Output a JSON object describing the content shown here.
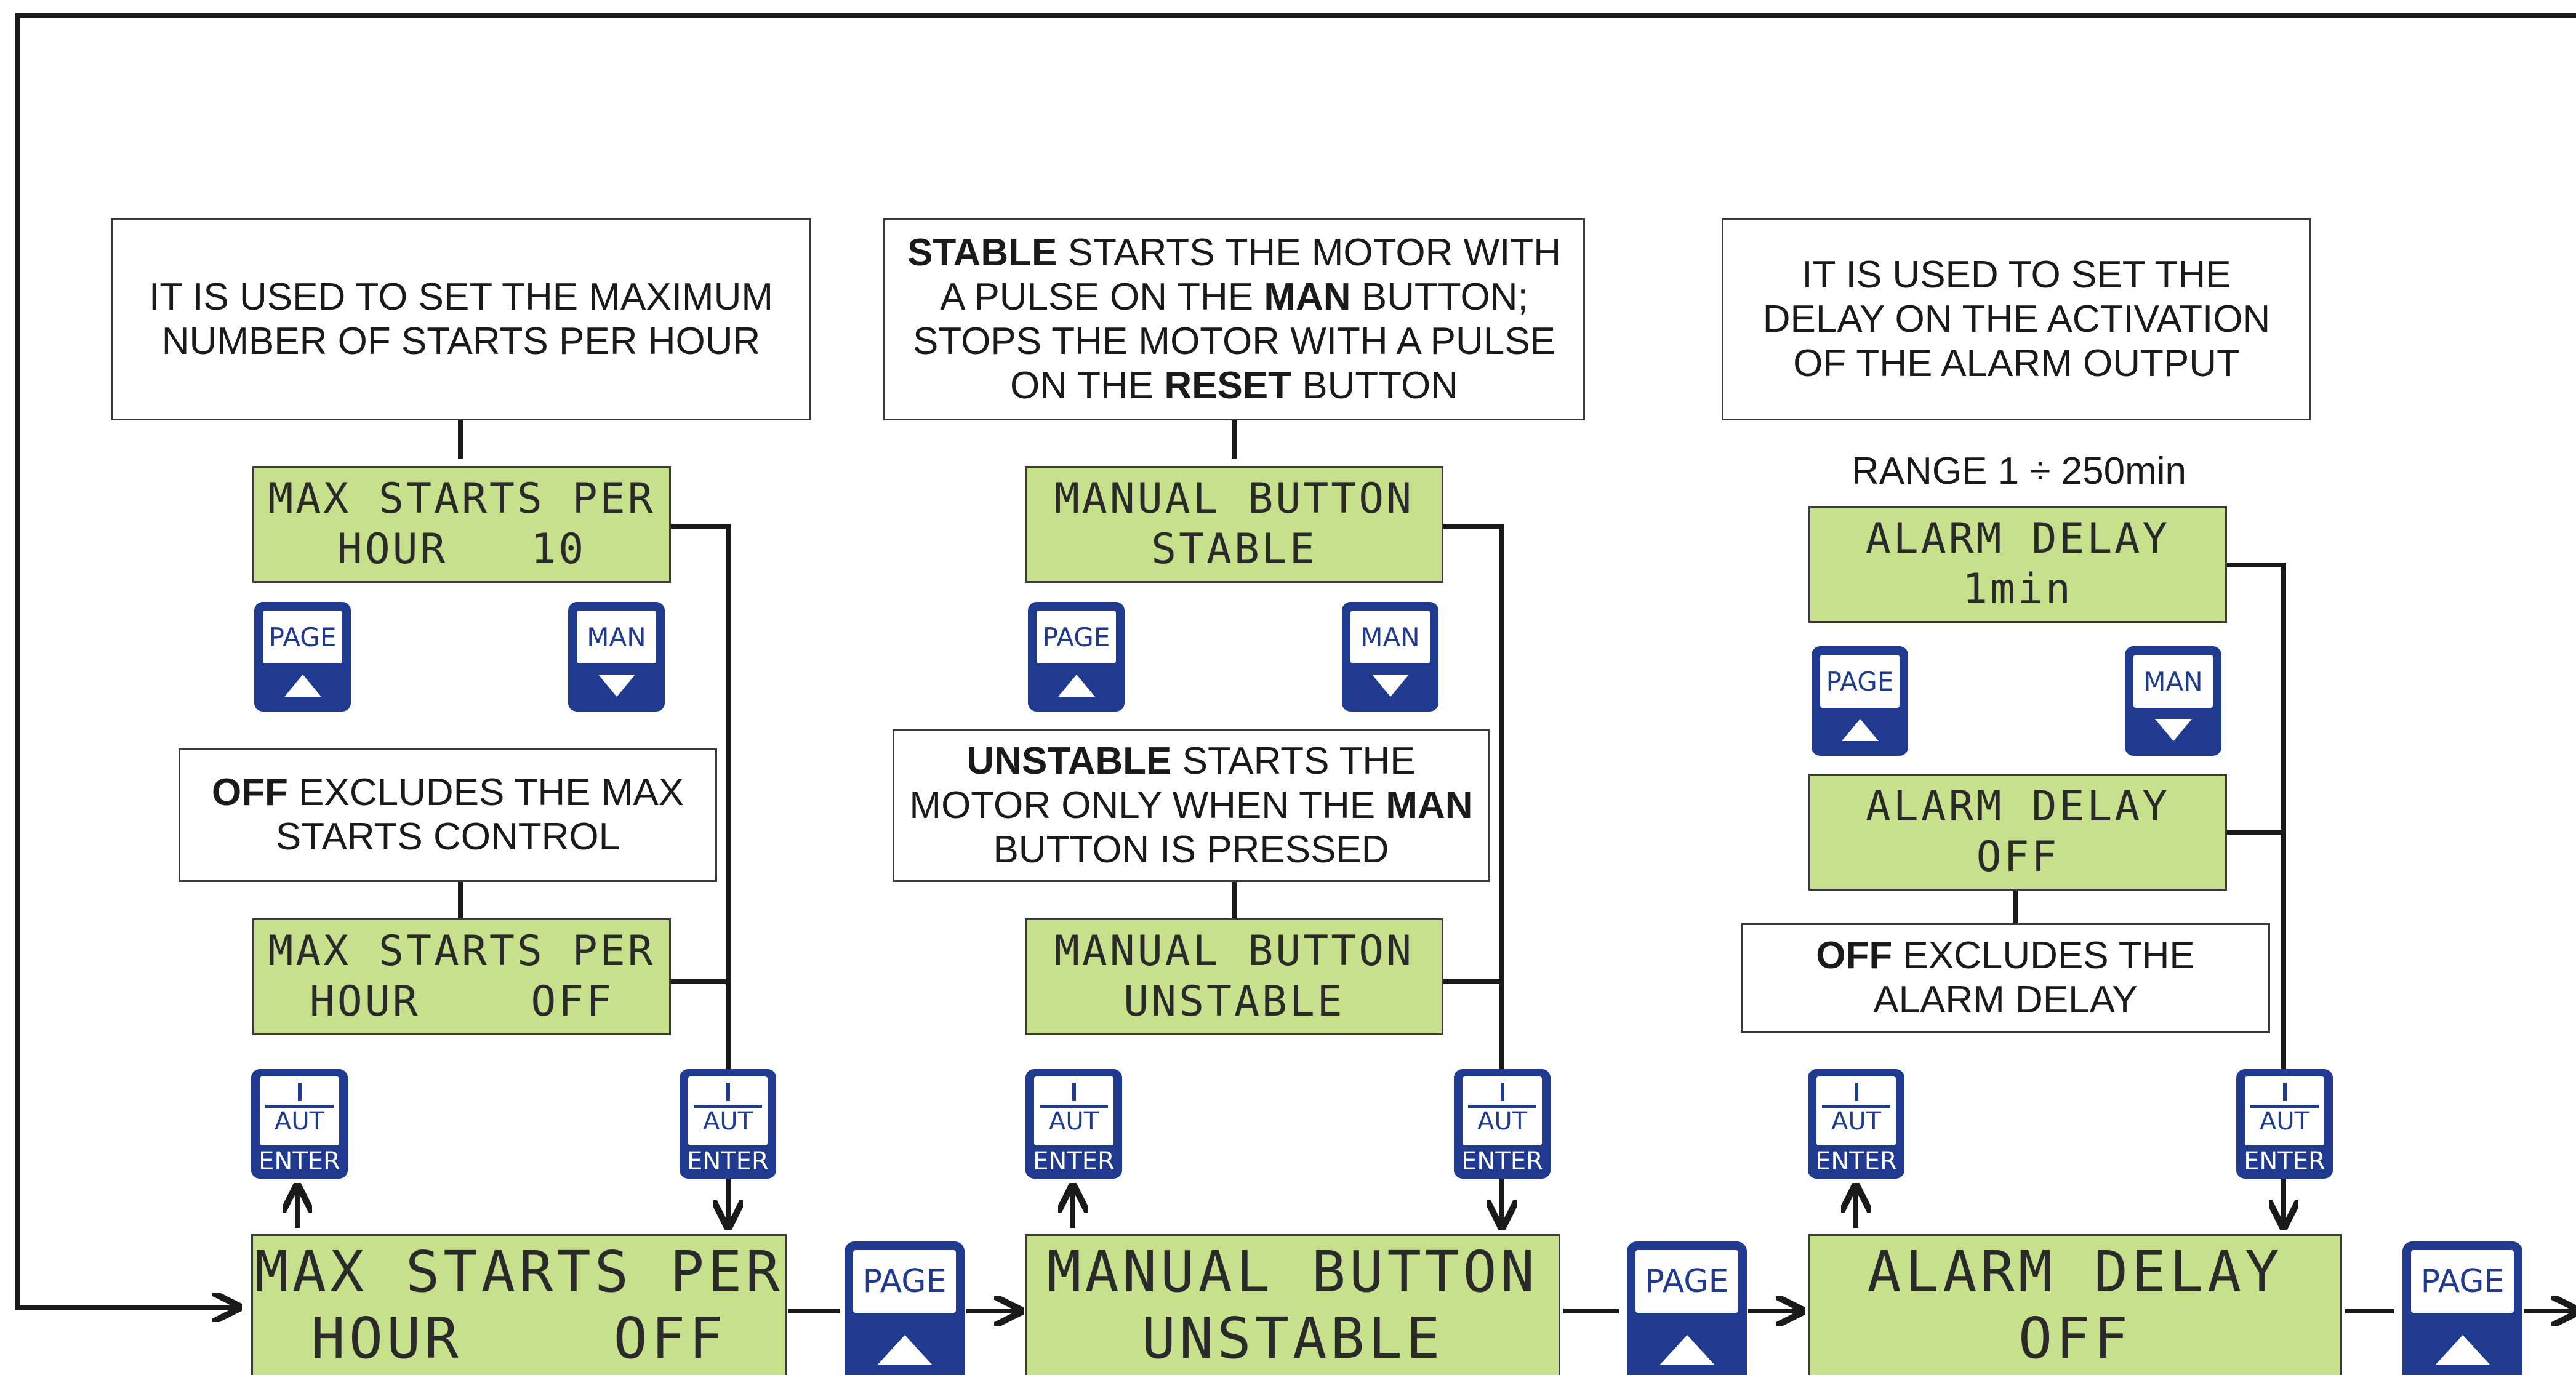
{
  "columns": [
    {
      "desc_top": {
        "text": "IT IS USED TO SET THE MAXIMUM NUMBER OF STARTS PER HOUR"
      },
      "lcd_top": {
        "line1": "MAX STARTS PER",
        "line2": "HOUR   10"
      },
      "btn_page": "PAGE",
      "btn_man": "MAN",
      "desc_mid": {
        "bold": "OFF",
        "text": " EXCLUDES THE MAX STARTS CONTROL"
      },
      "lcd_mid": {
        "line1": "MAX STARTS PER",
        "line2": "HOUR    OFF"
      },
      "enter_top": "AUT",
      "enter_bottom": "ENTER",
      "lcd_main": {
        "line1": "MAX STARTS PER",
        "line2": "HOUR    OFF"
      }
    },
    {
      "desc_top": {
        "b1": "STABLE",
        "t1": " STARTS THE MOTOR WITH A PULSE ON THE ",
        "b2": "MAN",
        "t2": " BUTTON; STOPS THE MOTOR WITH A PULSE ON THE ",
        "b3": "RESET",
        "t3": " BUTTON"
      },
      "lcd_top": {
        "line1": "MANUAL BUTTON",
        "line2": "STABLE"
      },
      "btn_page": "PAGE",
      "btn_man": "MAN",
      "desc_mid": {
        "b1": "UNSTABLE",
        "t1": " STARTS THE MOTOR ONLY WHEN THE ",
        "b2": "MAN",
        "t2": " BUTTON IS PRESSED"
      },
      "lcd_mid": {
        "line1": "MANUAL BUTTON",
        "line2": "UNSTABLE"
      },
      "enter_top": "AUT",
      "enter_bottom": "ENTER",
      "lcd_main": {
        "line1": "MANUAL BUTTON",
        "line2": "UNSTABLE"
      }
    },
    {
      "desc_top": {
        "text": "IT IS USED TO SET THE DELAY ON THE ACTIVATION OF THE ALARM OUTPUT"
      },
      "range": "RANGE 1 ÷ 250min",
      "lcd_top": {
        "line1": "ALARM DELAY",
        "line2": "1min"
      },
      "btn_page": "PAGE",
      "btn_man": "MAN",
      "lcd_mid": {
        "line1": "ALARM DELAY",
        "line2": "OFF"
      },
      "desc_mid": {
        "bold": "OFF",
        "text": " EXCLUDES THE ALARM DELAY"
      },
      "enter_top": "AUT",
      "enter_bottom": "ENTER",
      "lcd_main": {
        "line1": "ALARM DELAY",
        "line2": "OFF"
      }
    }
  ],
  "page_buttons": [
    "PAGE",
    "PAGE",
    "PAGE"
  ]
}
